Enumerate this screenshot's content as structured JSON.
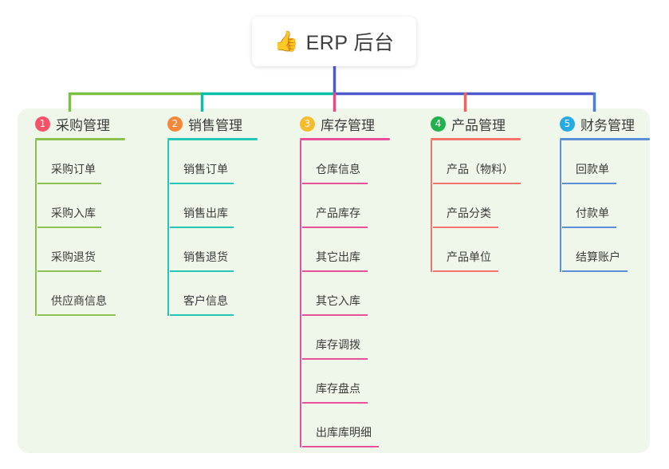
{
  "root": {
    "icon": "thumbs-up-icon",
    "icon_glyph": "👍",
    "title": "ERP 后台"
  },
  "panel": {
    "background": "#eef7e9"
  },
  "connector_colors": {
    "root_stem": "#4f5bcd",
    "bus_green": "#7ac043",
    "bus_teal": "#0bbfa8",
    "bus_blue": "#4f5bcd",
    "drop_1": "#7ac043",
    "drop_2": "#0bbfa8",
    "drop_3": "#e8488b",
    "drop_4": "#f2615c",
    "drop_5": "#4a7ed8"
  },
  "columns": [
    {
      "index": "1",
      "title": "采购管理",
      "badge_color": "#f4536a",
      "line_color": "#8cc152",
      "rule_width": 113,
      "items": [
        {
          "label": "采购订单",
          "rule_width": 80
        },
        {
          "label": "采购入库",
          "rule_width": 80
        },
        {
          "label": "采购退货",
          "rule_width": 80
        },
        {
          "label": "供应商信息",
          "rule_width": 98
        }
      ]
    },
    {
      "index": "2",
      "title": "销售管理",
      "badge_color": "#f5873a",
      "line_color": "#24c6b5",
      "rule_width": 113,
      "items": [
        {
          "label": "销售订单",
          "rule_width": 80
        },
        {
          "label": "销售出库",
          "rule_width": 80
        },
        {
          "label": "销售退货",
          "rule_width": 80
        },
        {
          "label": "客户信息",
          "rule_width": 80
        }
      ]
    },
    {
      "index": "3",
      "title": "库存管理",
      "badge_color": "#f5bc2b",
      "line_color": "#e8519a",
      "rule_width": 113,
      "items": [
        {
          "label": "仓库信息",
          "rule_width": 82
        },
        {
          "label": "产品库存",
          "rule_width": 82
        },
        {
          "label": "其它出库",
          "rule_width": 82
        },
        {
          "label": "其它入库",
          "rule_width": 82
        },
        {
          "label": "库存调拨",
          "rule_width": 82
        },
        {
          "label": "库存盘点",
          "rule_width": 82
        },
        {
          "label": "出库库明细",
          "rule_width": 96
        }
      ]
    },
    {
      "index": "4",
      "title": "产品管理",
      "badge_color": "#22b14c",
      "line_color": "#f4736d",
      "rule_width": 113,
      "items": [
        {
          "label": "产品（物料）",
          "rule_width": 110
        },
        {
          "label": "产品分类",
          "rule_width": 82
        },
        {
          "label": "产品单位",
          "rule_width": 82
        }
      ]
    },
    {
      "index": "5",
      "title": "财务管理",
      "badge_color": "#27aae1",
      "line_color": "#5b8ed6",
      "rule_width": 113,
      "items": [
        {
          "label": "回款单",
          "rule_width": 68
        },
        {
          "label": "付款单",
          "rule_width": 68
        },
        {
          "label": "结算账户",
          "rule_width": 82
        }
      ]
    }
  ]
}
